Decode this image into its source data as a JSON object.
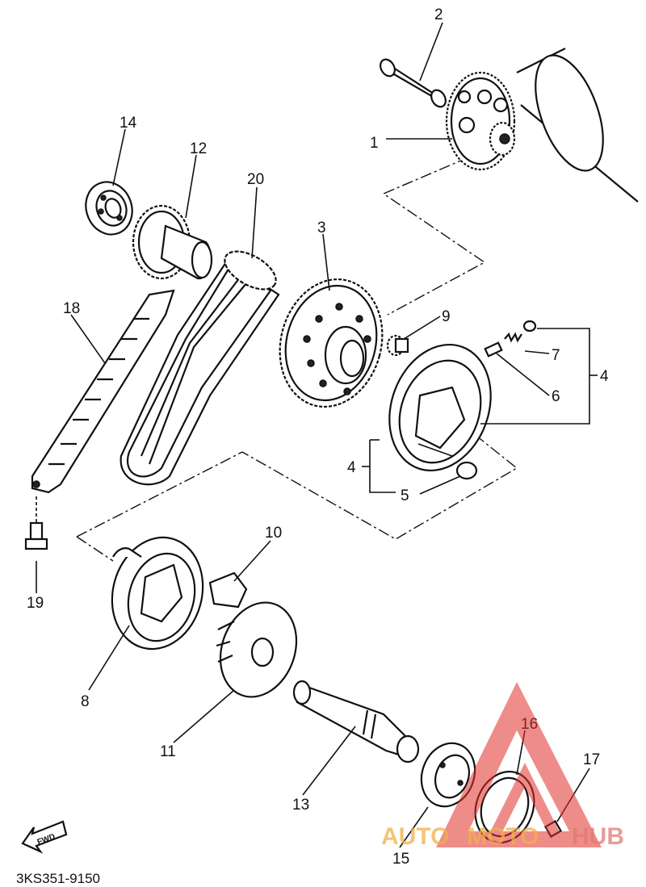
{
  "callouts": [
    "1",
    "2",
    "3",
    "4",
    "4",
    "5",
    "6",
    "7",
    "8",
    "9",
    "10",
    "11",
    "12",
    "13",
    "14",
    "15",
    "16",
    "17",
    "18",
    "19",
    "20"
  ],
  "fwd_label": "FWD",
  "diagram_code": "3KS351-9150",
  "watermark": {
    "part1": "AUTO",
    "part2": "MOTO",
    "part3": "HUB"
  },
  "colors": {
    "line": "#111111",
    "watermark_red": "#e0302a",
    "watermark_orange": "#f2b04a"
  }
}
